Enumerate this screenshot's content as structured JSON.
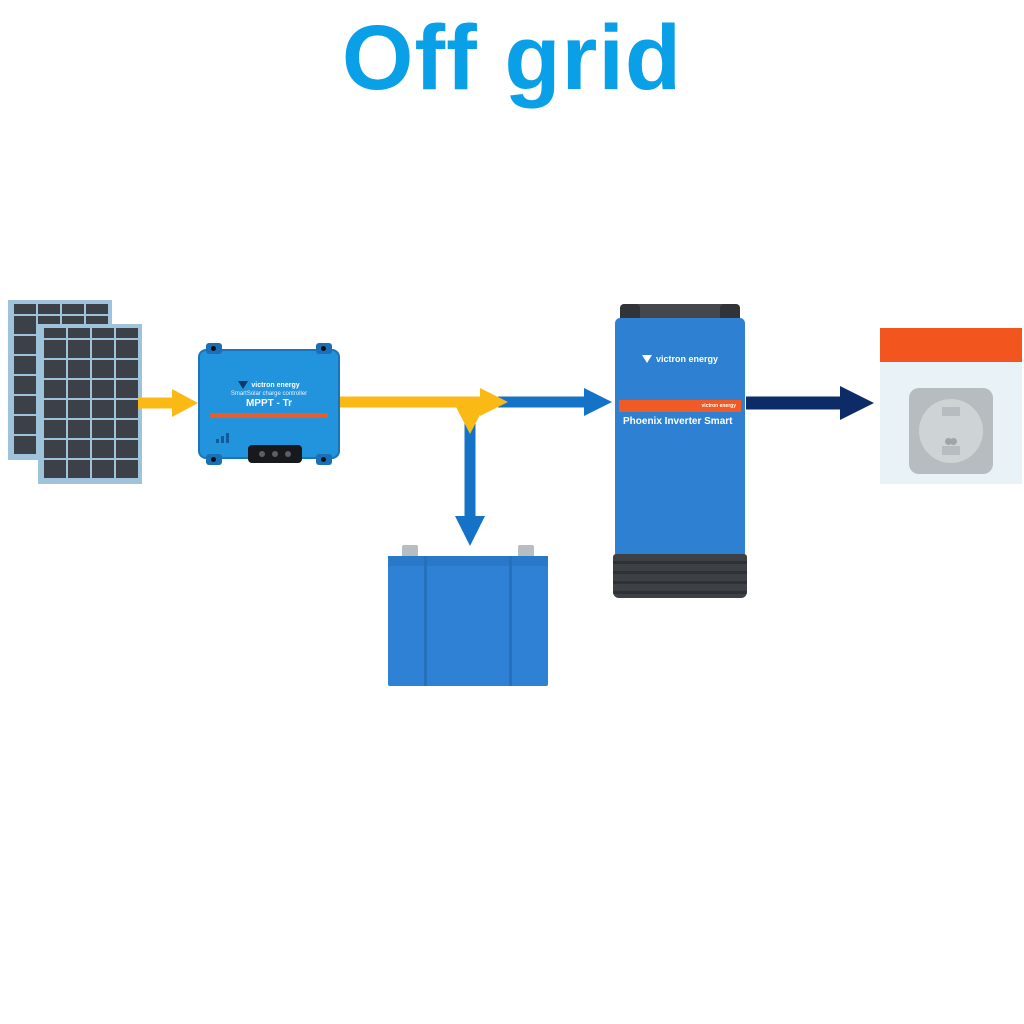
{
  "title": "Off grid",
  "controller": {
    "brand": "victron energy",
    "product": "SmartSolar charge controller",
    "model": "MPPT - Tr"
  },
  "inverter": {
    "brand": "victron energy",
    "stripe_text": "victron energy",
    "model": "Phoenix Inverter Smart"
  },
  "components": {
    "solar_panels": "solar panel array (2 panels)",
    "battery": "battery",
    "socket": "AC wall socket"
  },
  "colors": {
    "title_blue": "#0aa0e8",
    "arrow_yellow": "#fbb916",
    "arrow_blue": "#1473c6",
    "arrow_navy": "#0d2b66",
    "victron_blue": "#2e80d2",
    "controller_blue": "#2293dd",
    "stripe_orange": "#f15a24",
    "socket_orange": "#f3551e",
    "housing_dark_gray": "#3d4045",
    "panel_cell_dark": "#3c4148",
    "panel_frame_light": "#9fc3da"
  }
}
